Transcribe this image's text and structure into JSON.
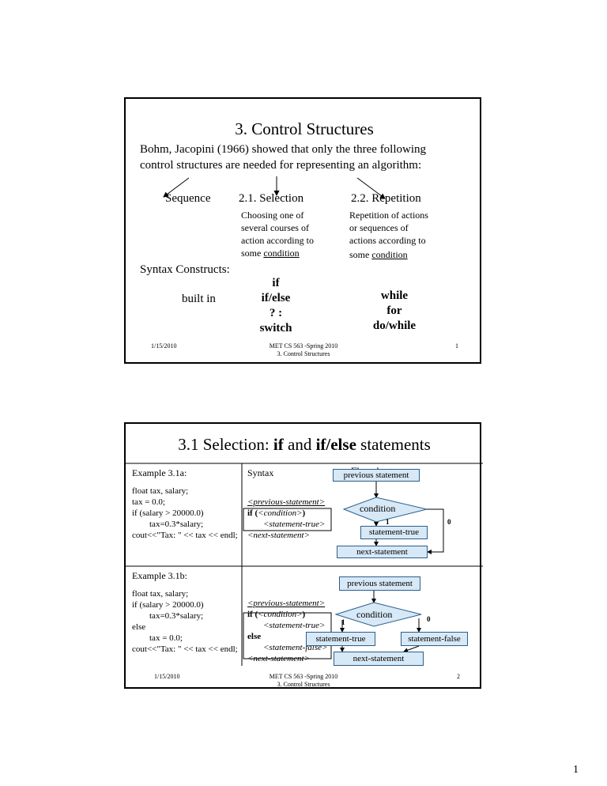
{
  "slide1": {
    "title": "3. Control Structures",
    "intro_1": "Bohm, Jacopini (1966) showed that only the three following",
    "intro_2": "control structures are needed for representing an algorithm:",
    "col_sequence": "Sequence",
    "col_selection": "2.1.  Selection",
    "col_repetition": "2.2.  Repetition",
    "sel_desc": [
      "Choosing one of",
      "several courses of",
      "action according to",
      "some "
    ],
    "sel_desc_ul": "condition",
    "rep_desc": [
      "Repetition of actions",
      "or sequences of",
      "actions according to",
      "some "
    ],
    "rep_desc_ul": "condition",
    "syntax_label": "Syntax Constructs:",
    "built_in": "built in",
    "sel_constructs": [
      "if",
      "if/else",
      "? :",
      "switch"
    ],
    "rep_constructs": [
      "while",
      "for",
      "do/while"
    ],
    "footer_date": "1/15/2010",
    "footer_course": "MET CS 563 -Spring 2010",
    "footer_topic": "3. Control Structures",
    "page_no": "1"
  },
  "slide2": {
    "title_pre": "3.1 Selection:",
    "title_if": "if",
    "title_and": "and",
    "title_ifelse": "if/else",
    "title_post": "statements",
    "ex_a_label": "Example 3.1a:",
    "syntax_label": "Syntax",
    "flowchart_label": "Flowchart:",
    "ex_a_code": [
      "float tax, salary;",
      "tax = 0.0;",
      "if (salary > 20000.0)",
      "    tax=0.3*salary;",
      "cout<<\"Tax: \" << tax << endl;"
    ],
    "syn_a": [
      "<previous-statement>",
      "if (",
      "<condition>",
      ")",
      "<statement-true>",
      "<next-statement>"
    ],
    "fc_a": {
      "prev": "previous statement",
      "cond": "condition",
      "one": "1",
      "zero": "0",
      "true": "statement-true",
      "next": "next-statement"
    },
    "ex_b_label": "Example 3.1b:",
    "ex_b_code": [
      "float tax, salary;",
      "if (salary > 20000.0)",
      "    tax=0.3*salary;",
      "else",
      "    tax = 0.0;",
      "cout<<\"Tax: \" << tax << endl;"
    ],
    "syn_b": [
      "<previous-statement>",
      "if (",
      "<condition>",
      ")",
      "<statement-true>",
      "else",
      "<statement-false>",
      "<next-statement>"
    ],
    "fc_b": {
      "prev": "previous statement",
      "cond": "condition",
      "one": "1",
      "zero": "0",
      "true": "statement-true",
      "false": "statement-false",
      "next": "next-statement"
    },
    "footer_date": "1/15/2010",
    "footer_course": "MET CS 563 -Spring 2010",
    "footer_topic": "3. Control Structures",
    "page_no": "2"
  },
  "sheet_page": "1"
}
